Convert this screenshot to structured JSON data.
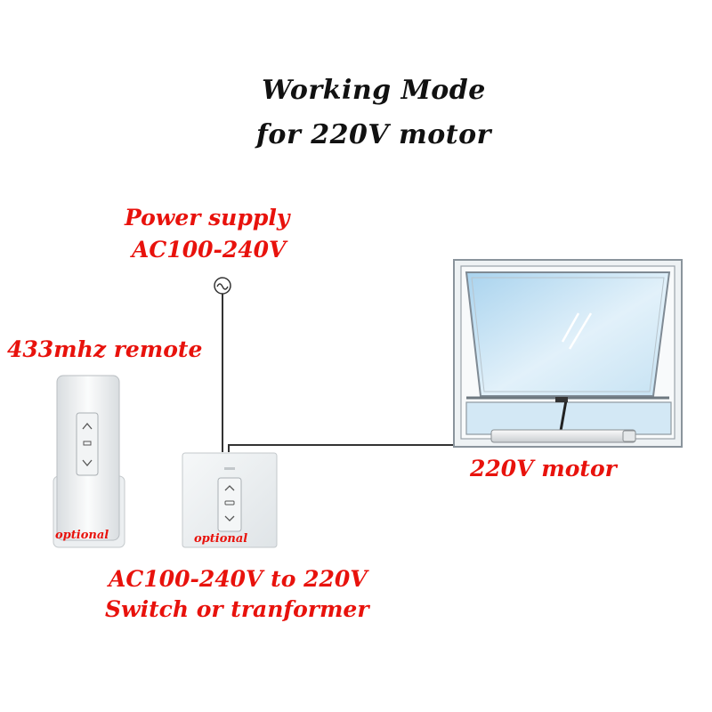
{
  "title": {
    "line1": "Working Mode",
    "line2": "for 220V motor"
  },
  "labels": {
    "power_supply_line1": "Power supply",
    "power_supply_line2": "AC100-240V",
    "remote": "433mhz remote",
    "motor": "220V motor",
    "switch_line1": "AC100-240V to 220V",
    "switch_line2": "Switch or tranformer",
    "remote_optional": "optional",
    "switch_optional": "optional"
  },
  "icons": {
    "power_source": "ac-source-icon",
    "remote": "remote-control-icon",
    "switch": "wall-switch-icon",
    "window": "window-icon",
    "motor": "linear-actuator-icon"
  },
  "colors": {
    "label": "#e8120c",
    "title": "#111111",
    "wire": "#333333",
    "window_frame": "#7f8a94"
  }
}
